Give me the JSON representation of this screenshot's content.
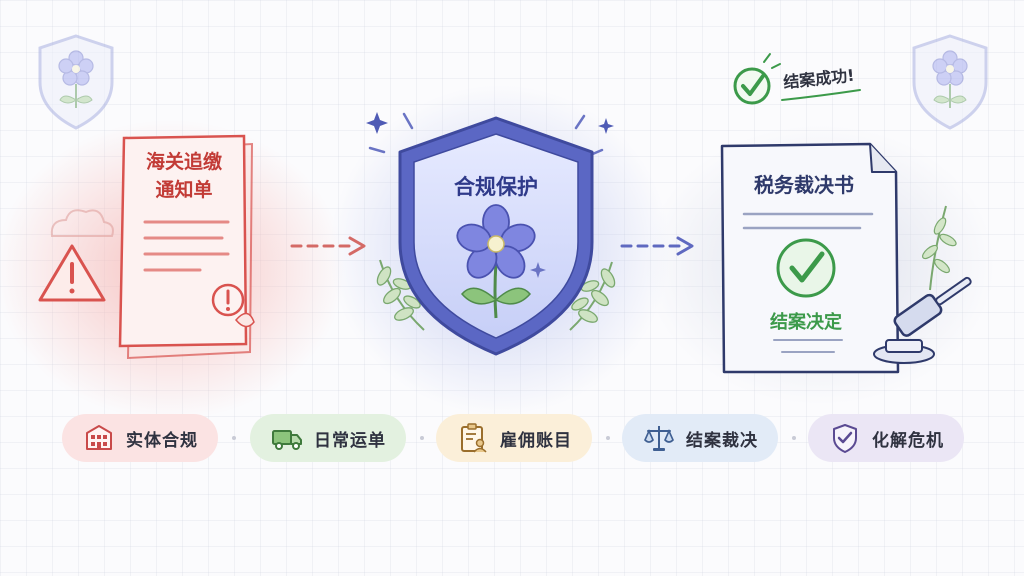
{
  "left_document": {
    "title_line1": "海关追缴",
    "title_line2": "通知单"
  },
  "center_shield": {
    "title": "合规保护"
  },
  "right_document": {
    "title": "税务裁决书",
    "stamp_text": "结案决定"
  },
  "success_note": {
    "text": "结案成功!"
  },
  "pills": [
    {
      "label": "实体合规",
      "icon": "building-icon",
      "bg": "#fbe3e3",
      "color": "#c94a4a"
    },
    {
      "label": "日常运单",
      "icon": "truck-icon",
      "bg": "#e3f1e0",
      "color": "#4d8a4a"
    },
    {
      "label": "雇佣账目",
      "icon": "clipboard-person-icon",
      "bg": "#fbefd9",
      "color": "#b8853a"
    },
    {
      "label": "结案裁决",
      "icon": "scales-icon",
      "bg": "#e2ebf7",
      "color": "#4a6fa5"
    },
    {
      "label": "化解危机",
      "icon": "shield-check-icon",
      "bg": "#ebe6f5",
      "color": "#6a5aa0"
    }
  ],
  "colors": {
    "red": "#d9534f",
    "blue": "#4f5bb5",
    "green": "#3c9a4a",
    "navy": "#2f3a6b"
  }
}
